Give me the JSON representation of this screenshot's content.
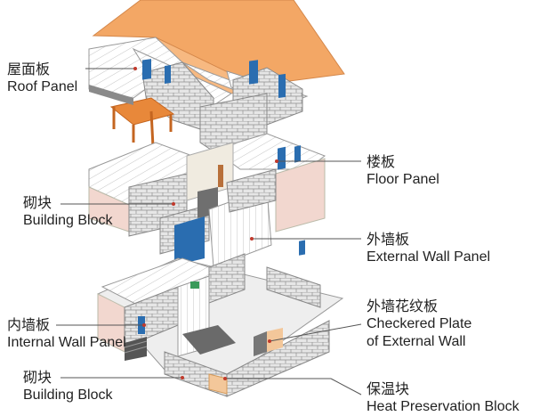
{
  "labels": {
    "roof_panel": {
      "zh": "屋面板",
      "en": "Roof Panel"
    },
    "floor_panel": {
      "zh": "楼板",
      "en": "Floor Panel"
    },
    "building_block_1": {
      "zh": "砌块",
      "en": "Building Block"
    },
    "external_wall_panel": {
      "zh": "外墙板",
      "en": "External Wall Panel"
    },
    "internal_wall_panel": {
      "zh": "内墙板",
      "en": "Internal Wall Panel"
    },
    "checkered_plate": {
      "zh": "外墙花纹板",
      "en1": "Checkered Plate",
      "en2": "of External Wall"
    },
    "building_block_2": {
      "zh": "砌块",
      "en": "Building Block"
    },
    "heat_preservation": {
      "zh": "保温块",
      "en": "Heat Preservation Block"
    }
  },
  "colors": {
    "roof_orange": "#f0a262",
    "panel_white": "#ffffff",
    "outline": "#9a9a9a",
    "block_grey": "#dcdcdc",
    "window_blue": "#2a6db0",
    "wood": "#e07b2e",
    "pink": "#f2d7cf",
    "heat_block": "#f3c79a",
    "dark_grey": "#555555"
  }
}
